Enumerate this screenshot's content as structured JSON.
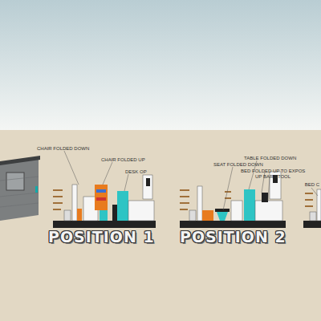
{
  "diagram": {
    "labels": [
      "CHAIR FOLDED DOWN",
      "CHAIR FOLDED UP",
      "DESK OP",
      "POSITION 1",
      "TABLE FOLDED DOWN",
      "SEAT FOLDED DOWN",
      "BED FOLDED UP TO EXPOS",
      "UP BAR STOOL",
      "POSITION 2",
      "BED C"
    ]
  }
}
